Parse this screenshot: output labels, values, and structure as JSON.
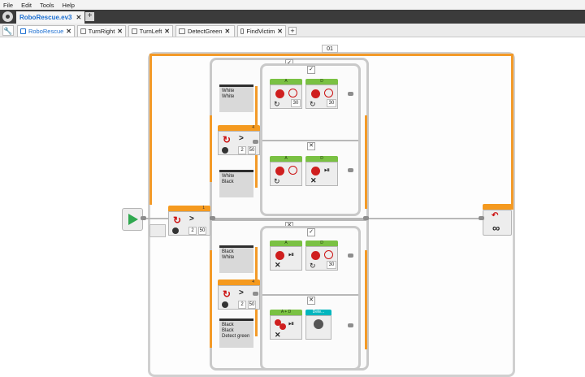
{
  "menu": [
    "File",
    "Edit",
    "Tools",
    "Help"
  ],
  "project": {
    "tab_label": "RoboRescue.ev3",
    "close": "✕",
    "add": "+"
  },
  "program_tabs": [
    {
      "label": "RoboRescue",
      "active": true
    },
    {
      "label": "TurnRight",
      "active": false
    },
    {
      "label": "TurnLeft",
      "active": false
    },
    {
      "label": "DetectGreen",
      "active": false
    },
    {
      "label": "FindVictim",
      "active": false
    }
  ],
  "program_tab_close": "✕",
  "program_tab_add": "+",
  "loop": {
    "name": "01",
    "infinity": "∞"
  },
  "outer_switch": {
    "port": "1",
    "compare": ">",
    "v1": "2",
    "v2": "50",
    "case_true": "✓",
    "case_false": "✕"
  },
  "upper_switch": {
    "port": "4",
    "compare": ">",
    "v1": "2",
    "v2": "50",
    "case_true": "✓",
    "case_false": "✕"
  },
  "lower_switch": {
    "port": "4",
    "compare": ">",
    "v1": "2",
    "v2": "50",
    "case_true": "✓",
    "case_false": "✕"
  },
  "comments": [
    "White\nWhite",
    "White\nBlack",
    "Black\nWhite",
    "Black\nBlack\nDetect green"
  ],
  "motors": {
    "ww_a": {
      "port": "A",
      "value": "30"
    },
    "ww_d": {
      "port": "D",
      "value": "30"
    },
    "wb_a": {
      "port": "A"
    },
    "wb_d": {
      "port": "D"
    },
    "bw_a": {
      "port": "A"
    },
    "bw_d": {
      "port": "D",
      "value": "30"
    },
    "bb_ad": {
      "port": "A + D"
    }
  },
  "myblock": {
    "label": "Dete..."
  },
  "colors": {
    "orange": "#f39a28",
    "motor_green": "#7ac143",
    "myblock_cyan": "#00b6be",
    "start_green": "#2fa84f"
  }
}
